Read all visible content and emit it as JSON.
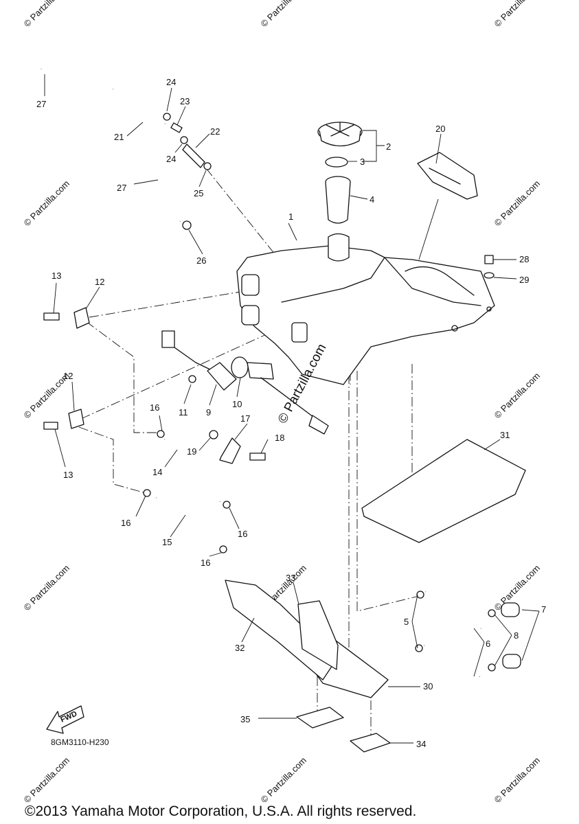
{
  "diagram_code": "8GM3110-H230",
  "copyright": "©2013 Yamaha Motor Corporation, U.S.A. All rights reserved.",
  "watermark": "© Partzilla.com",
  "watermark_small": "© Partzilla.com",
  "fwd_label": "FWD",
  "callouts": {
    "c1": "1",
    "c2": "2",
    "c3": "3",
    "c4": "4",
    "c5": "5",
    "c6": "6",
    "c7": "7",
    "c8": "8",
    "c9": "9",
    "c10": "10",
    "c11": "11",
    "c12a": "12",
    "c12b": "12",
    "c13a": "13",
    "c13b": "13",
    "c14": "14",
    "c15": "15",
    "c16a": "16",
    "c16b": "16",
    "c16c": "16",
    "c16d": "16",
    "c17": "17",
    "c18": "18",
    "c19": "19",
    "c20": "20",
    "c21": "21",
    "c22": "22",
    "c23": "23",
    "c24a": "24",
    "c24b": "24",
    "c25": "25",
    "c26": "26",
    "c27a": "27",
    "c27b": "27",
    "c28": "28",
    "c29": "29",
    "c30": "30",
    "c31": "31",
    "c32": "32",
    "c33": "33",
    "c34": "34",
    "c35": "35"
  }
}
